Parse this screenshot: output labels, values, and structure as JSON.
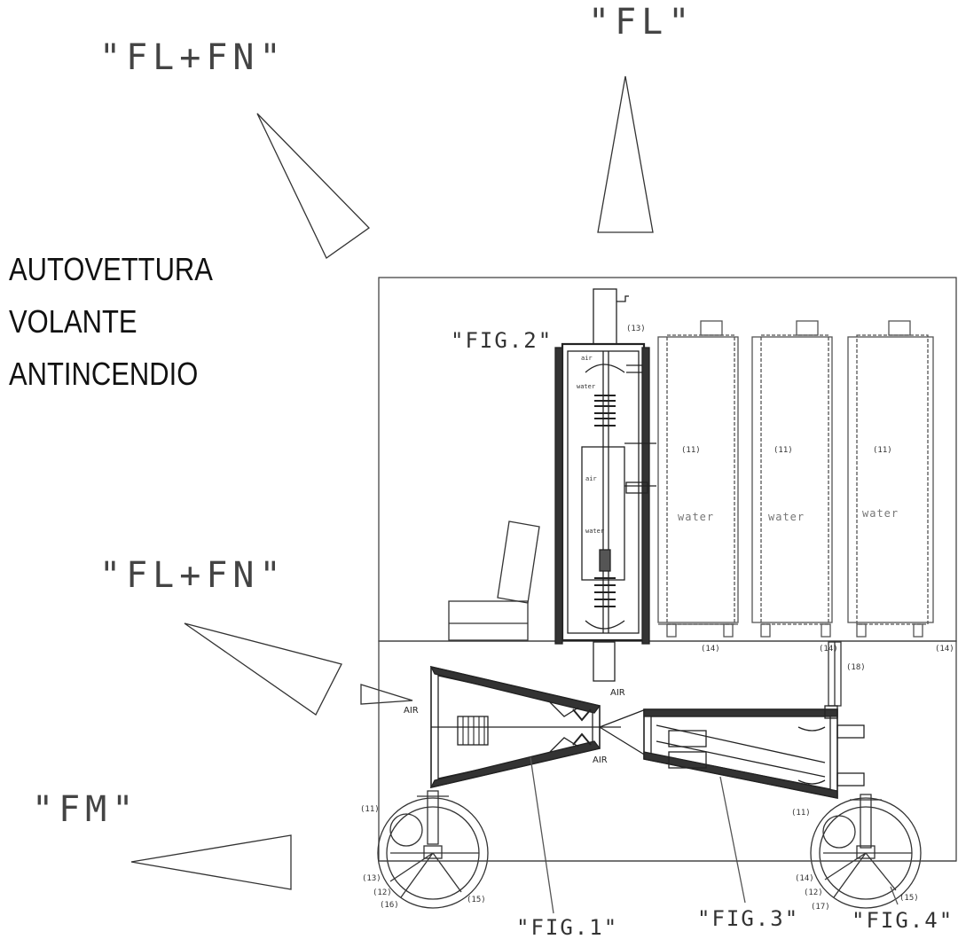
{
  "title": {
    "line1": "AUTOVETTURA",
    "line2": "VOLANTE",
    "line3": "ANTINCENDIO"
  },
  "direction_labels": {
    "fl_fn_top": "\"FL+FN\"",
    "fl_top": "\"FL\"",
    "fl_fn_mid": "\"FL+FN\"",
    "fm": "\"FM\""
  },
  "figure_labels": {
    "fig1": "\"FIG.1\"",
    "fig2": "\"FIG.2\"",
    "fig3": "\"FIG.3\"",
    "fig4": "\"FIG.4\""
  },
  "part_labels": {
    "p13_top": "(13)",
    "p11_a": "(11)",
    "p11_b": "(11)",
    "p11_c": "(11)",
    "p14_a": "(14)",
    "p14_b": "(14)",
    "p14_c": "(14)",
    "p18": "(18)",
    "p11_wheel_left": "(11)",
    "p13_wheel_left": "(13)",
    "p12_wheel_left": "(12)",
    "p16_wheel_left": "(16)",
    "p15_wheel_left": "(15)",
    "p11_wheel_right": "(11)",
    "p14_wheel_right": "(14)",
    "p12_wheel_right": "(12)",
    "p17_wheel_right": "(17)",
    "p15_wheel_right": "(15)"
  },
  "flow_labels": {
    "air_left": "AIR",
    "air_top": "AIR",
    "air_bottom": "AIR",
    "water_a": "water",
    "water_b": "water",
    "water_c": "water",
    "air_tube_top": "air",
    "water_tube_top": "water",
    "air_tube_mid": "air",
    "water_tube_mid": "water"
  }
}
